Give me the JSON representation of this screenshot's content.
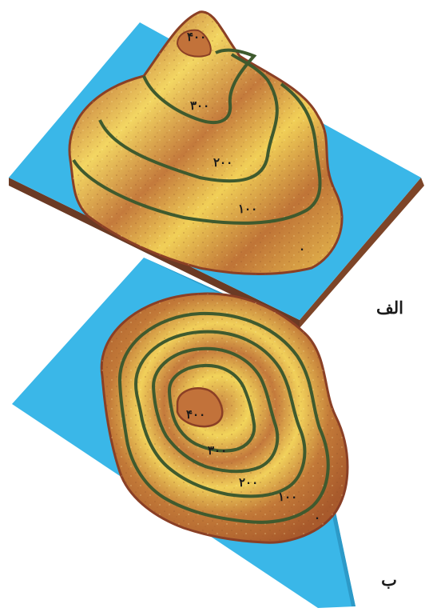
{
  "panels": {
    "a": {
      "label": "الف",
      "contours": [
        "۴۰۰",
        "۳۰۰",
        "۲۰۰",
        "۱۰۰",
        "۰"
      ]
    },
    "b": {
      "label": "ب",
      "contours": [
        "۴۰۰",
        "۳۰۰",
        "۲۰۰",
        "۱۰۰",
        "۰"
      ]
    }
  },
  "colors": {
    "water": "#3ab7e8",
    "land_light": "#f0cf55",
    "land_dark": "#b9642e",
    "contour_line": "#3f5a2e",
    "base_edge": "#6b3a24"
  }
}
